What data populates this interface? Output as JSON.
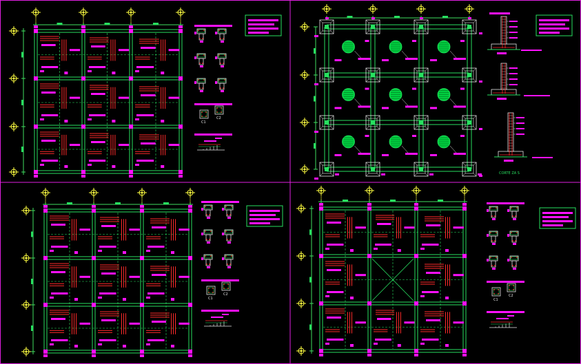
{
  "drawing": {
    "section_label": "CORTE ZA S"
  },
  "colors": {
    "background": "#000000",
    "frame": "#e020e0",
    "beam": "#28e060",
    "dim": "#40e060",
    "rebar": "#ff2a2a",
    "tag": "#ff10ff",
    "footing": "#00d040",
    "white": "#e8e8e8",
    "axis": "#2040ff"
  },
  "panels": [
    {
      "id": "top-left",
      "kind": "floor-framing-plan"
    },
    {
      "id": "top-right",
      "kind": "foundation-plan"
    },
    {
      "id": "bottom-left",
      "kind": "floor-framing-plan"
    },
    {
      "id": "bottom-right",
      "kind": "floor-framing-plan-with-void"
    }
  ],
  "details": {
    "column_labels": [
      "C1",
      "C2"
    ]
  }
}
